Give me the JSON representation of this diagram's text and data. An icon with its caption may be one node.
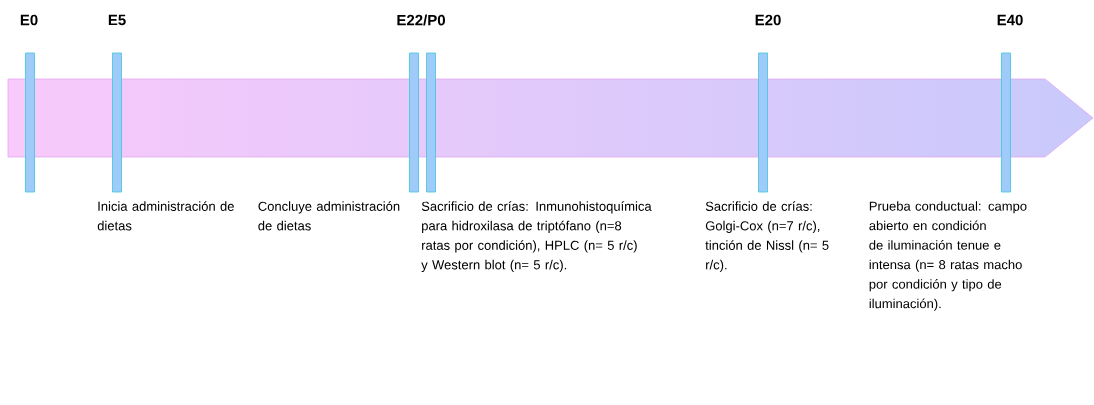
{
  "diagram": {
    "labels": [
      "E0",
      "E5",
      "E22/P0",
      "E20",
      "E40",
      "Inicia administración de dietas",
      "Concluye administración de dietas",
      "Sacrificio de crías: Inmunohistoquímica para hidroxilasa de triptófano (n=8 ratas por condición), HPLC (n= 5 r/c) y Western blot (n= 5 r/c).",
      "Sacrificio de crías: Golgi-Cox (n=7 r/c), tinción de Nissl (n= 5 r/c).",
      "Prueba conductual: campo abierto en condición de iluminación tenue e intensa (n= 8 ratas macho por condición y tipo de iluminación)."
    ]
  }
}
